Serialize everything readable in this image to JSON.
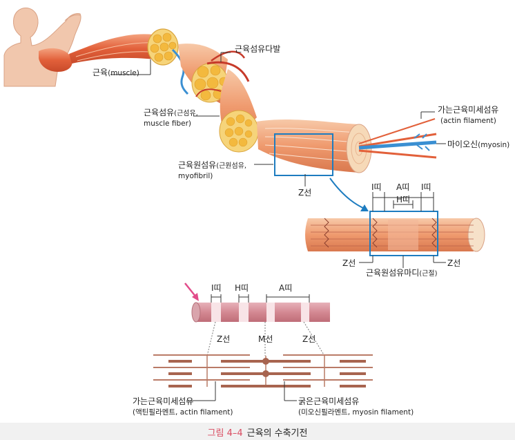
{
  "figure": {
    "caption_number": "그림 4–4",
    "caption_title": "근육의 수축기전"
  },
  "labels": {
    "muscle_ko": "근육",
    "muscle_en": "(muscle)",
    "fascicle": "근육섬유다발",
    "fiber_ko": "근육섬유",
    "fiber_alt": "(근섬유,",
    "fiber_en": "muscle fiber)",
    "myofibril_ko": "근육원섬유",
    "myofibril_alt": "(근원섬유,",
    "myofibril_en": "myofibril)",
    "thin_ko": "가는근육미세섬유",
    "thin_en": "(actin filament)",
    "myosin_ko": "마이오신",
    "myosin_en": "(myosin)",
    "z_line": "Z선",
    "i_band": "I띠",
    "a_band": "A띠",
    "h_band": "H띠",
    "sarcomere_ko": "근육원섬유마디",
    "sarcomere_alt": "(근절)",
    "m_line": "M선",
    "thin_bottom_ko": "가는근육미세섬유",
    "thin_bottom_en": "(액틴필라멘트, actin filament)",
    "thick_ko": "굵은근육미세섬유",
    "thick_en": "(미오신필라멘트, myosin filament)"
  },
  "colors": {
    "muscle": "#e2603a",
    "muscle_light": "#f2a580",
    "fat": "#f3b93e",
    "highlight_box": "#1d7cc0",
    "accent_caption": "#d94a5f",
    "filament": "#b97a66",
    "skin": "#f1c7ad"
  }
}
